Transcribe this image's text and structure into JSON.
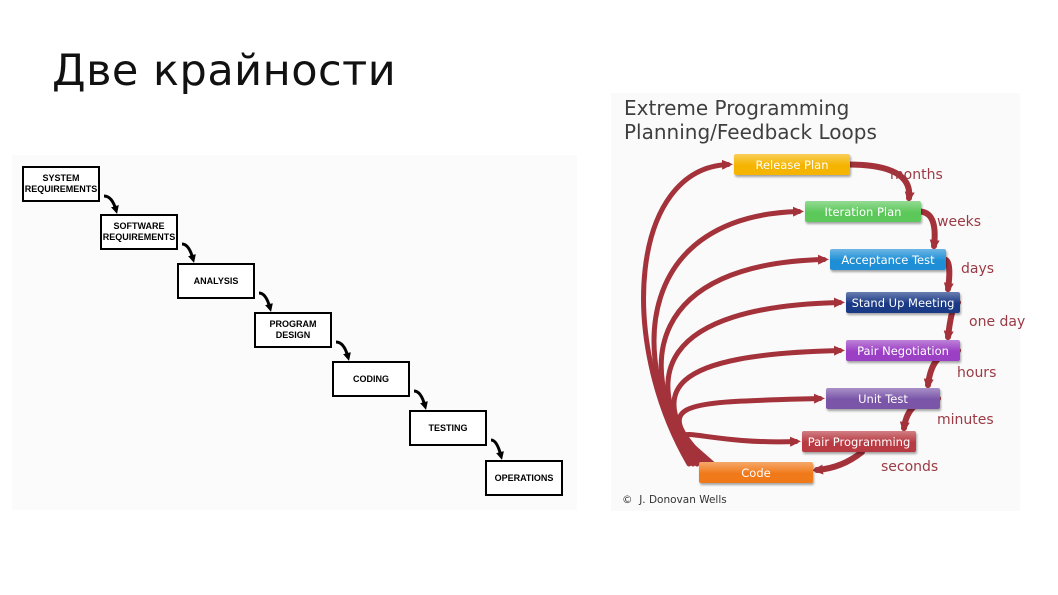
{
  "slide": {
    "title": "Две крайности"
  },
  "waterfall": {
    "steps": [
      "SYSTEM\nREQUIREMENTS",
      "SOFTWARE\nREQUIREMENTS",
      "ANALYSIS",
      "PROGRAM\nDESIGN",
      "CODING",
      "TESTING",
      "OPERATIONS"
    ]
  },
  "xp": {
    "title_line1": "Extreme Programming",
    "title_line2": "Planning/Feedback Loops",
    "loops": [
      {
        "label": "Release Plan",
        "frequency": "months",
        "color": "#f5b400"
      },
      {
        "label": "Iteration Plan",
        "frequency": "weeks",
        "color": "#5cc85a"
      },
      {
        "label": "Acceptance Test",
        "frequency": "days",
        "color": "#1e8fd6"
      },
      {
        "label": "Stand Up Meeting",
        "frequency": "one day",
        "color": "#1a3a86"
      },
      {
        "label": "Pair Negotiation",
        "frequency": "hours",
        "color": "#9b3fc4"
      },
      {
        "label": "Unit Test",
        "frequency": "minutes",
        "color": "#7a55a8"
      },
      {
        "label": "Pair Programming",
        "frequency": "seconds",
        "color": "#b83a42"
      },
      {
        "label": "Code",
        "frequency": "",
        "color": "#f07a1a"
      }
    ],
    "arrow_color": "#a3323a",
    "credit": "J. Donovan Wells"
  }
}
